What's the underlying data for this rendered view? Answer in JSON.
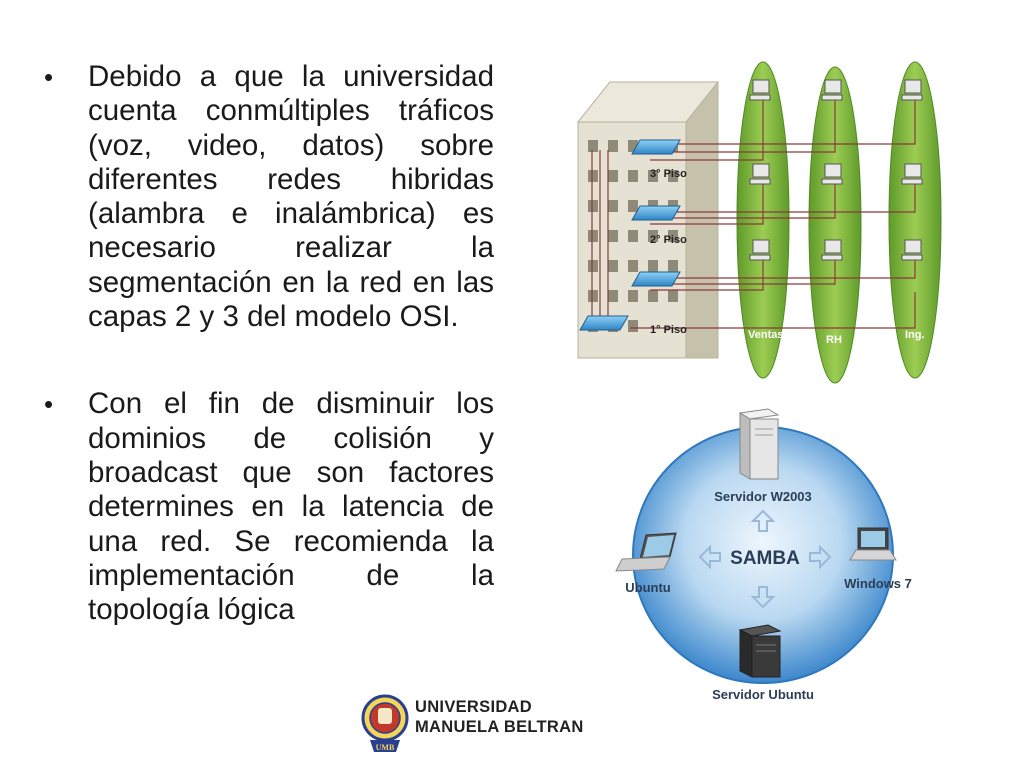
{
  "bullets": [
    {
      "text": "Debido a que la universidad cuenta conmúltiples tráficos (voz, video, datos) sobre diferentes redes hibridas (alambra e inalámbrica) es necesario realizar la segmentación en la red en las capas 2 y 3 del modelo OSI."
    },
    {
      "text": "Con el fin de disminuir los dominios de colisión y broadcast que son factores determines en la latencia de una red. Se recomienda la implementación de la topología lógica"
    }
  ],
  "network_diagram": {
    "floors": [
      "3° Piso",
      "2° Piso",
      "1° Piso"
    ],
    "departments": [
      "Ventas",
      "RH",
      "Ing."
    ]
  },
  "samba_diagram": {
    "center": "SAMBA",
    "top_server": "Servidor W2003",
    "left_client": "Ubuntu",
    "right_client": "Windows 7",
    "bottom_server": "Servidor Ubuntu"
  },
  "logo": {
    "line1": "UNIVERSIDAD",
    "line2": "MANUELA BELTRAN",
    "seal_text": "UMB"
  },
  "colors": {
    "ellipse_green": "#7fb23a",
    "building": "#dcd9c9",
    "switch_blue": "#4a9fd8",
    "samba_circle": "#5a9ed8",
    "cable": "#8a3a3a"
  }
}
